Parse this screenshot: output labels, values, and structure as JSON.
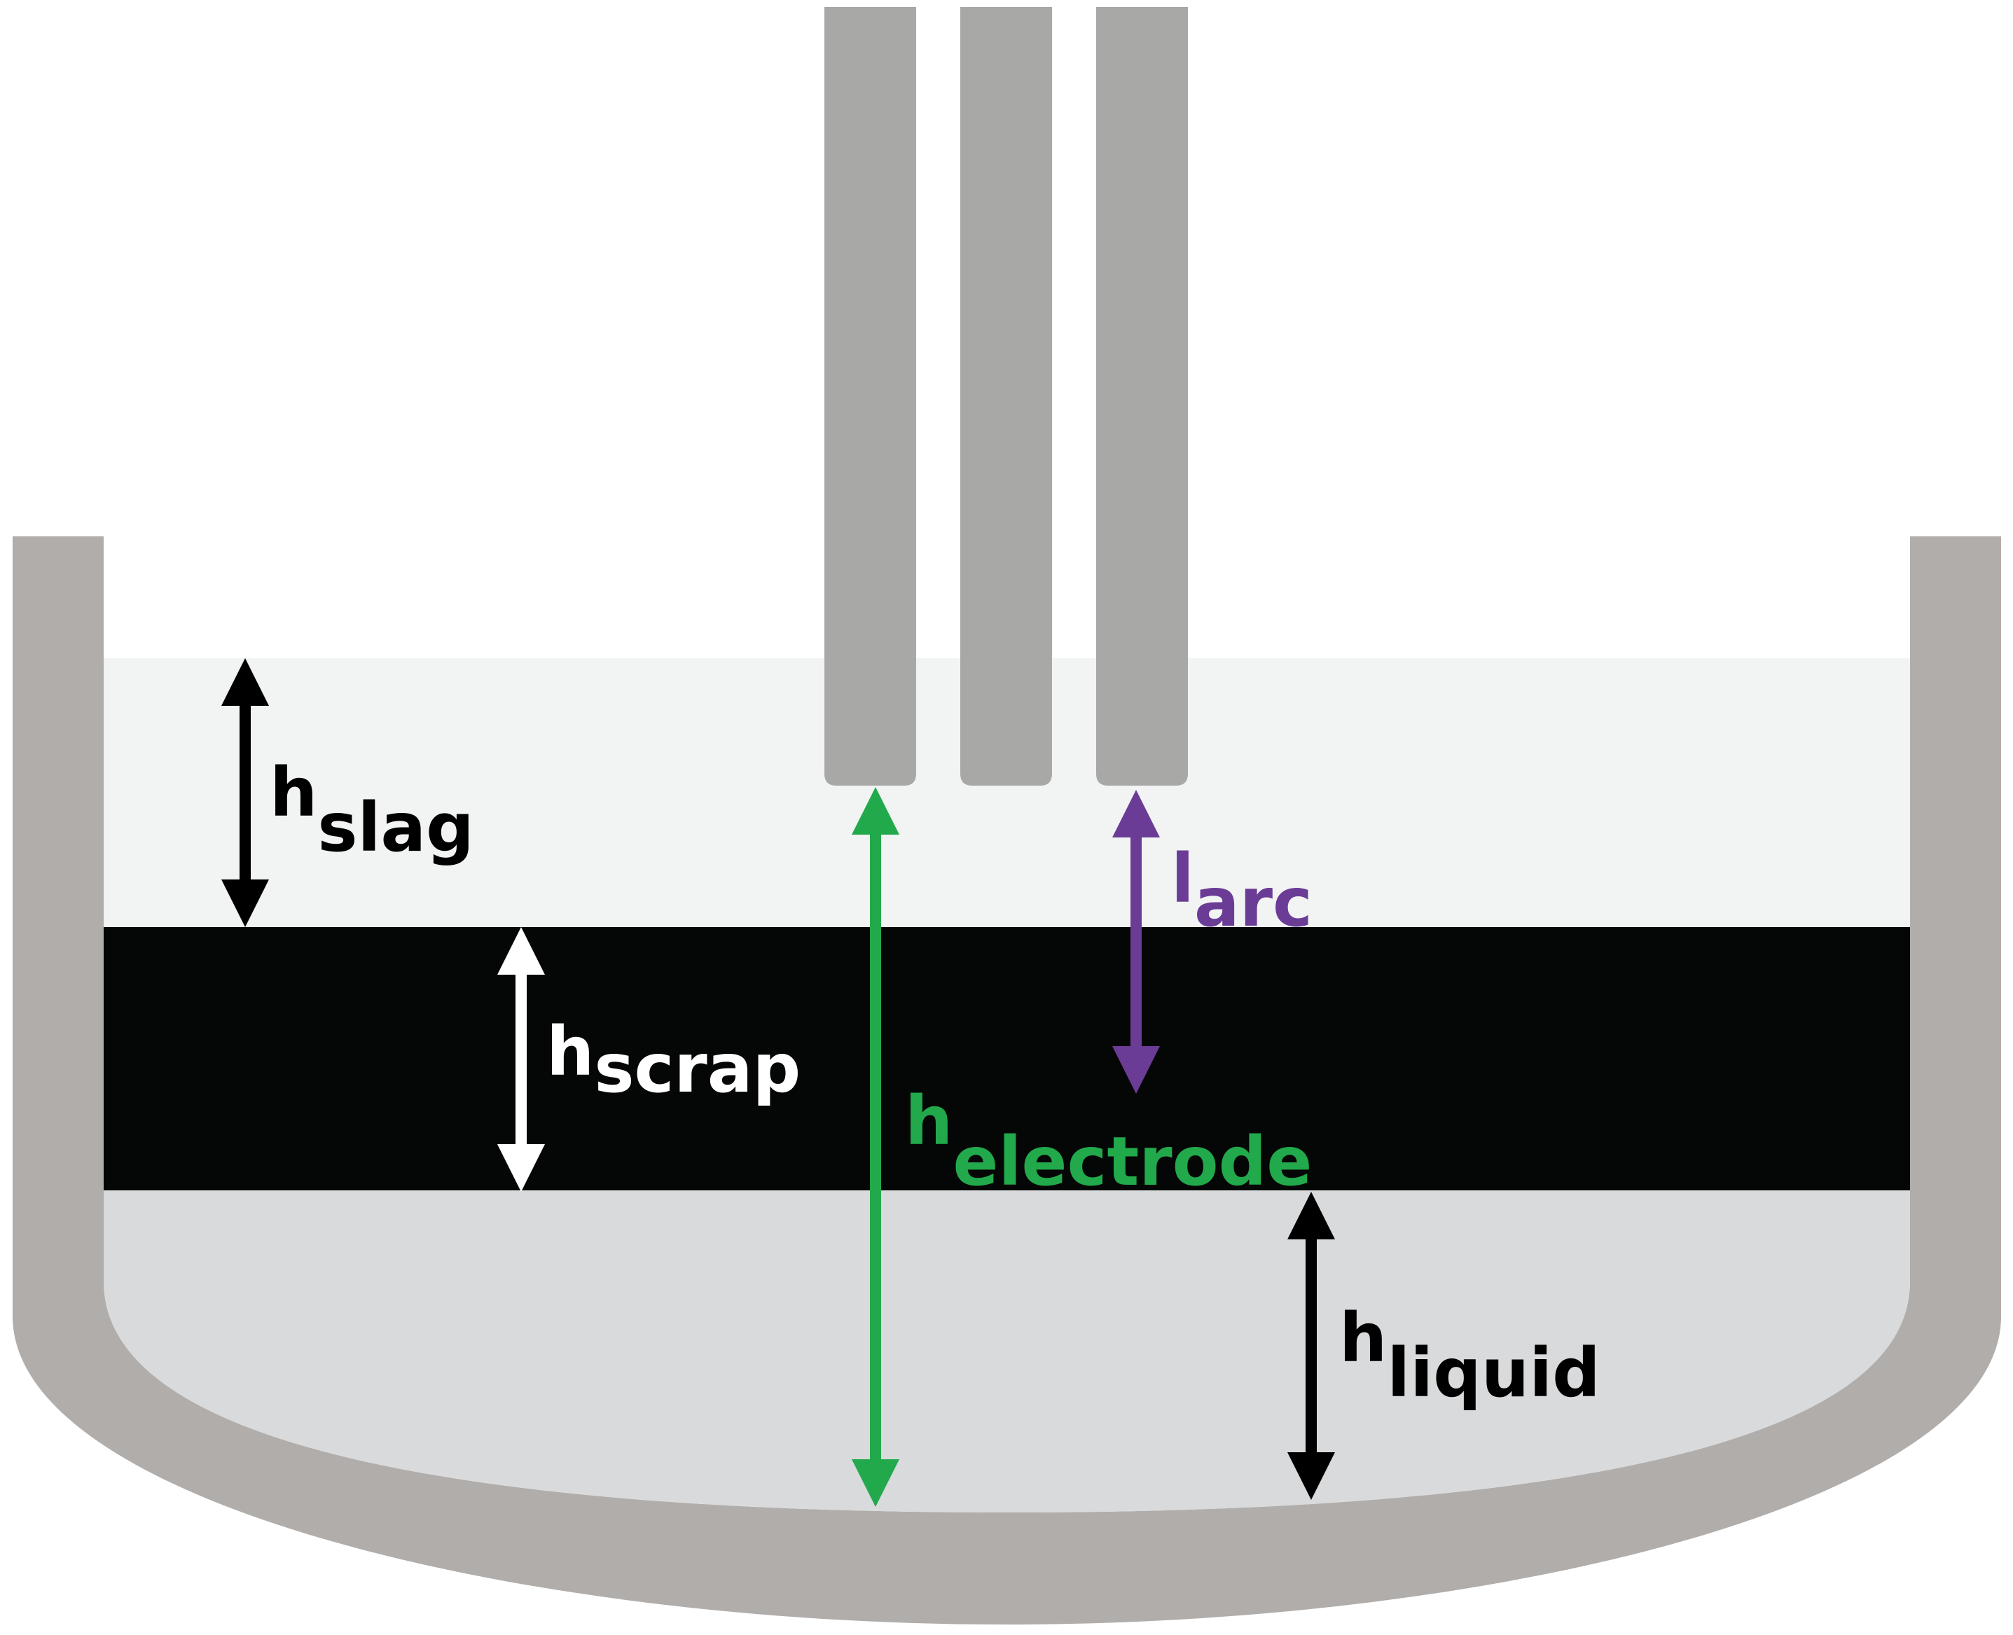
{
  "colors": {
    "vessel_wall": "#b0adab",
    "electrode": "#a8a8a7",
    "slag_layer": "#f2f4f3",
    "scrap_layer": "#050706",
    "liquid_layer": "#d9dadc",
    "arrow_black": "#000000",
    "arrow_white": "#ffffff",
    "electrode_green": "#22a94b",
    "arc_purple": "#6b3c96"
  },
  "labels": {
    "slag": {
      "main": "h",
      "sub": "slag"
    },
    "scrap": {
      "main": "h",
      "sub": "scrap"
    },
    "arc": {
      "main": "l",
      "sub": "arc"
    },
    "electrode": {
      "main": "h",
      "sub": "electrode"
    },
    "liquid": {
      "main": "h",
      "sub": "liquid"
    }
  }
}
